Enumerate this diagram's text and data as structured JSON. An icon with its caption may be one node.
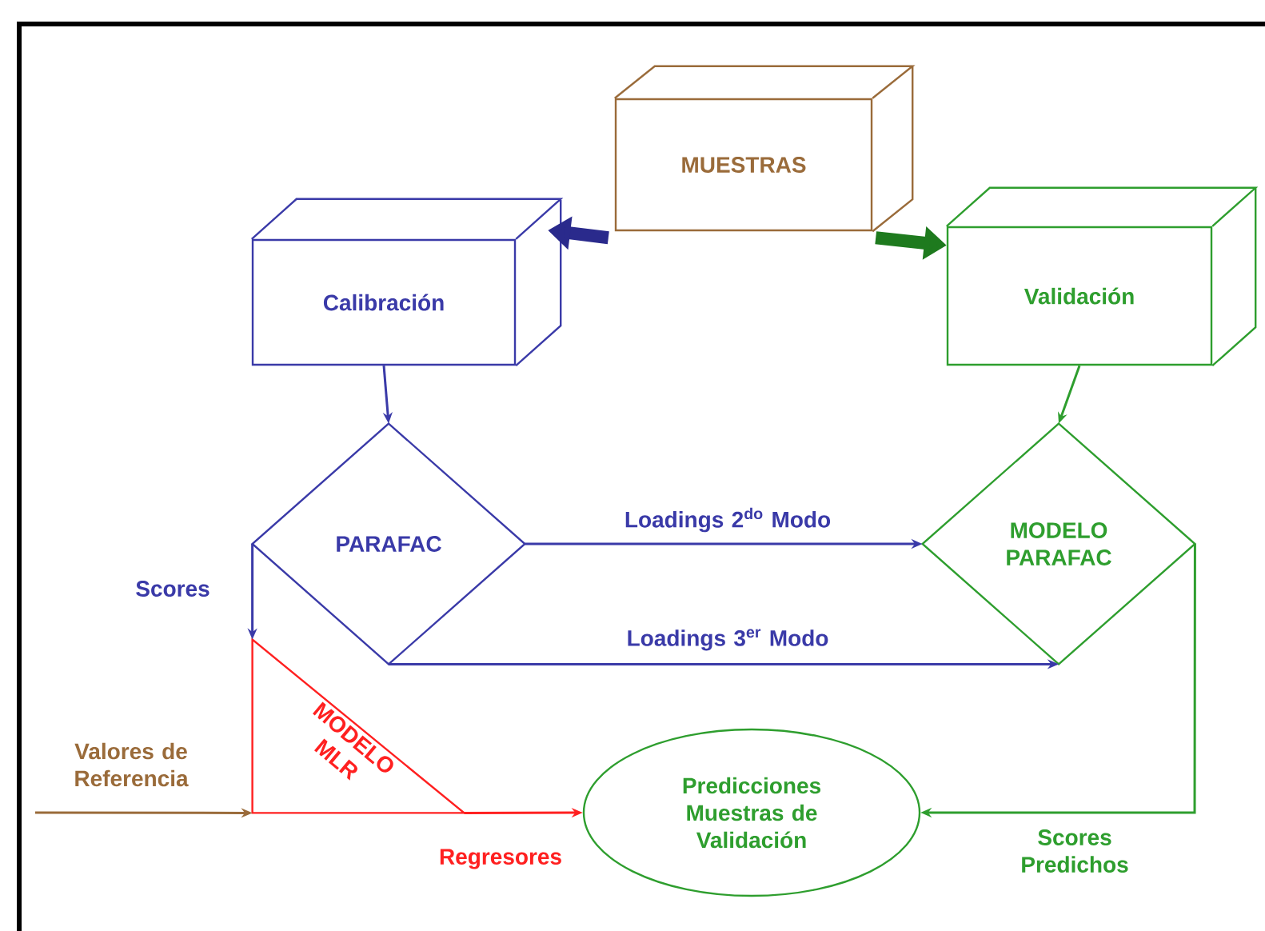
{
  "diagram": {
    "nodes": [
      {
        "text": [
          "MUESTRAS"
        ]
      },
      {
        "text": [
          "Calibración"
        ]
      },
      {
        "text": [
          "Validación"
        ]
      },
      {
        "text": [
          "PARAFAC"
        ]
      },
      {
        "text": [
          "MODELO PARAFAC"
        ]
      },
      {
        "text": [
          "MODELO MLR"
        ]
      },
      {
        "text": [
          "Predicciones Muestras de Validación"
        ]
      }
    ],
    "edges": [
      {
        "from": 0,
        "to": 1,
        "arrow": "to",
        "style": "thick",
        "color": "#2a2a8c"
      },
      {
        "from": 0,
        "to": 2,
        "arrow": "to",
        "style": "thick",
        "color": "#1e7a1e"
      },
      {
        "from": 1,
        "to": 3,
        "arrow": "to"
      },
      {
        "from": 2,
        "to": 4,
        "arrow": "to",
        "color": "#2e9e2e"
      },
      {
        "from": 3,
        "to": 4,
        "arrow": "to",
        "label": "Loadings 2$^{do}$ Modo"
      },
      {
        "from": 3,
        "to": 4,
        "arrow": "to",
        "label": "Loadings 3$^{er}$ Modo"
      },
      {
        "from": 3,
        "to": 5,
        "arrow": "to",
        "label": "Scores"
      },
      {
        "from": null,
        "to": 5,
        "arrow": "to",
        "label": "Valores de Referencia",
        "color": "#9a6b3a"
      },
      {
        "from": 5,
        "to": 6,
        "arrow": "to",
        "label": "Regresores",
        "color": "#ff2020"
      },
      {
        "from": 4,
        "to": 6,
        "arrow": "to",
        "label": "Scores Predichos",
        "color": "#2e9e2e"
      }
    ]
  }
}
